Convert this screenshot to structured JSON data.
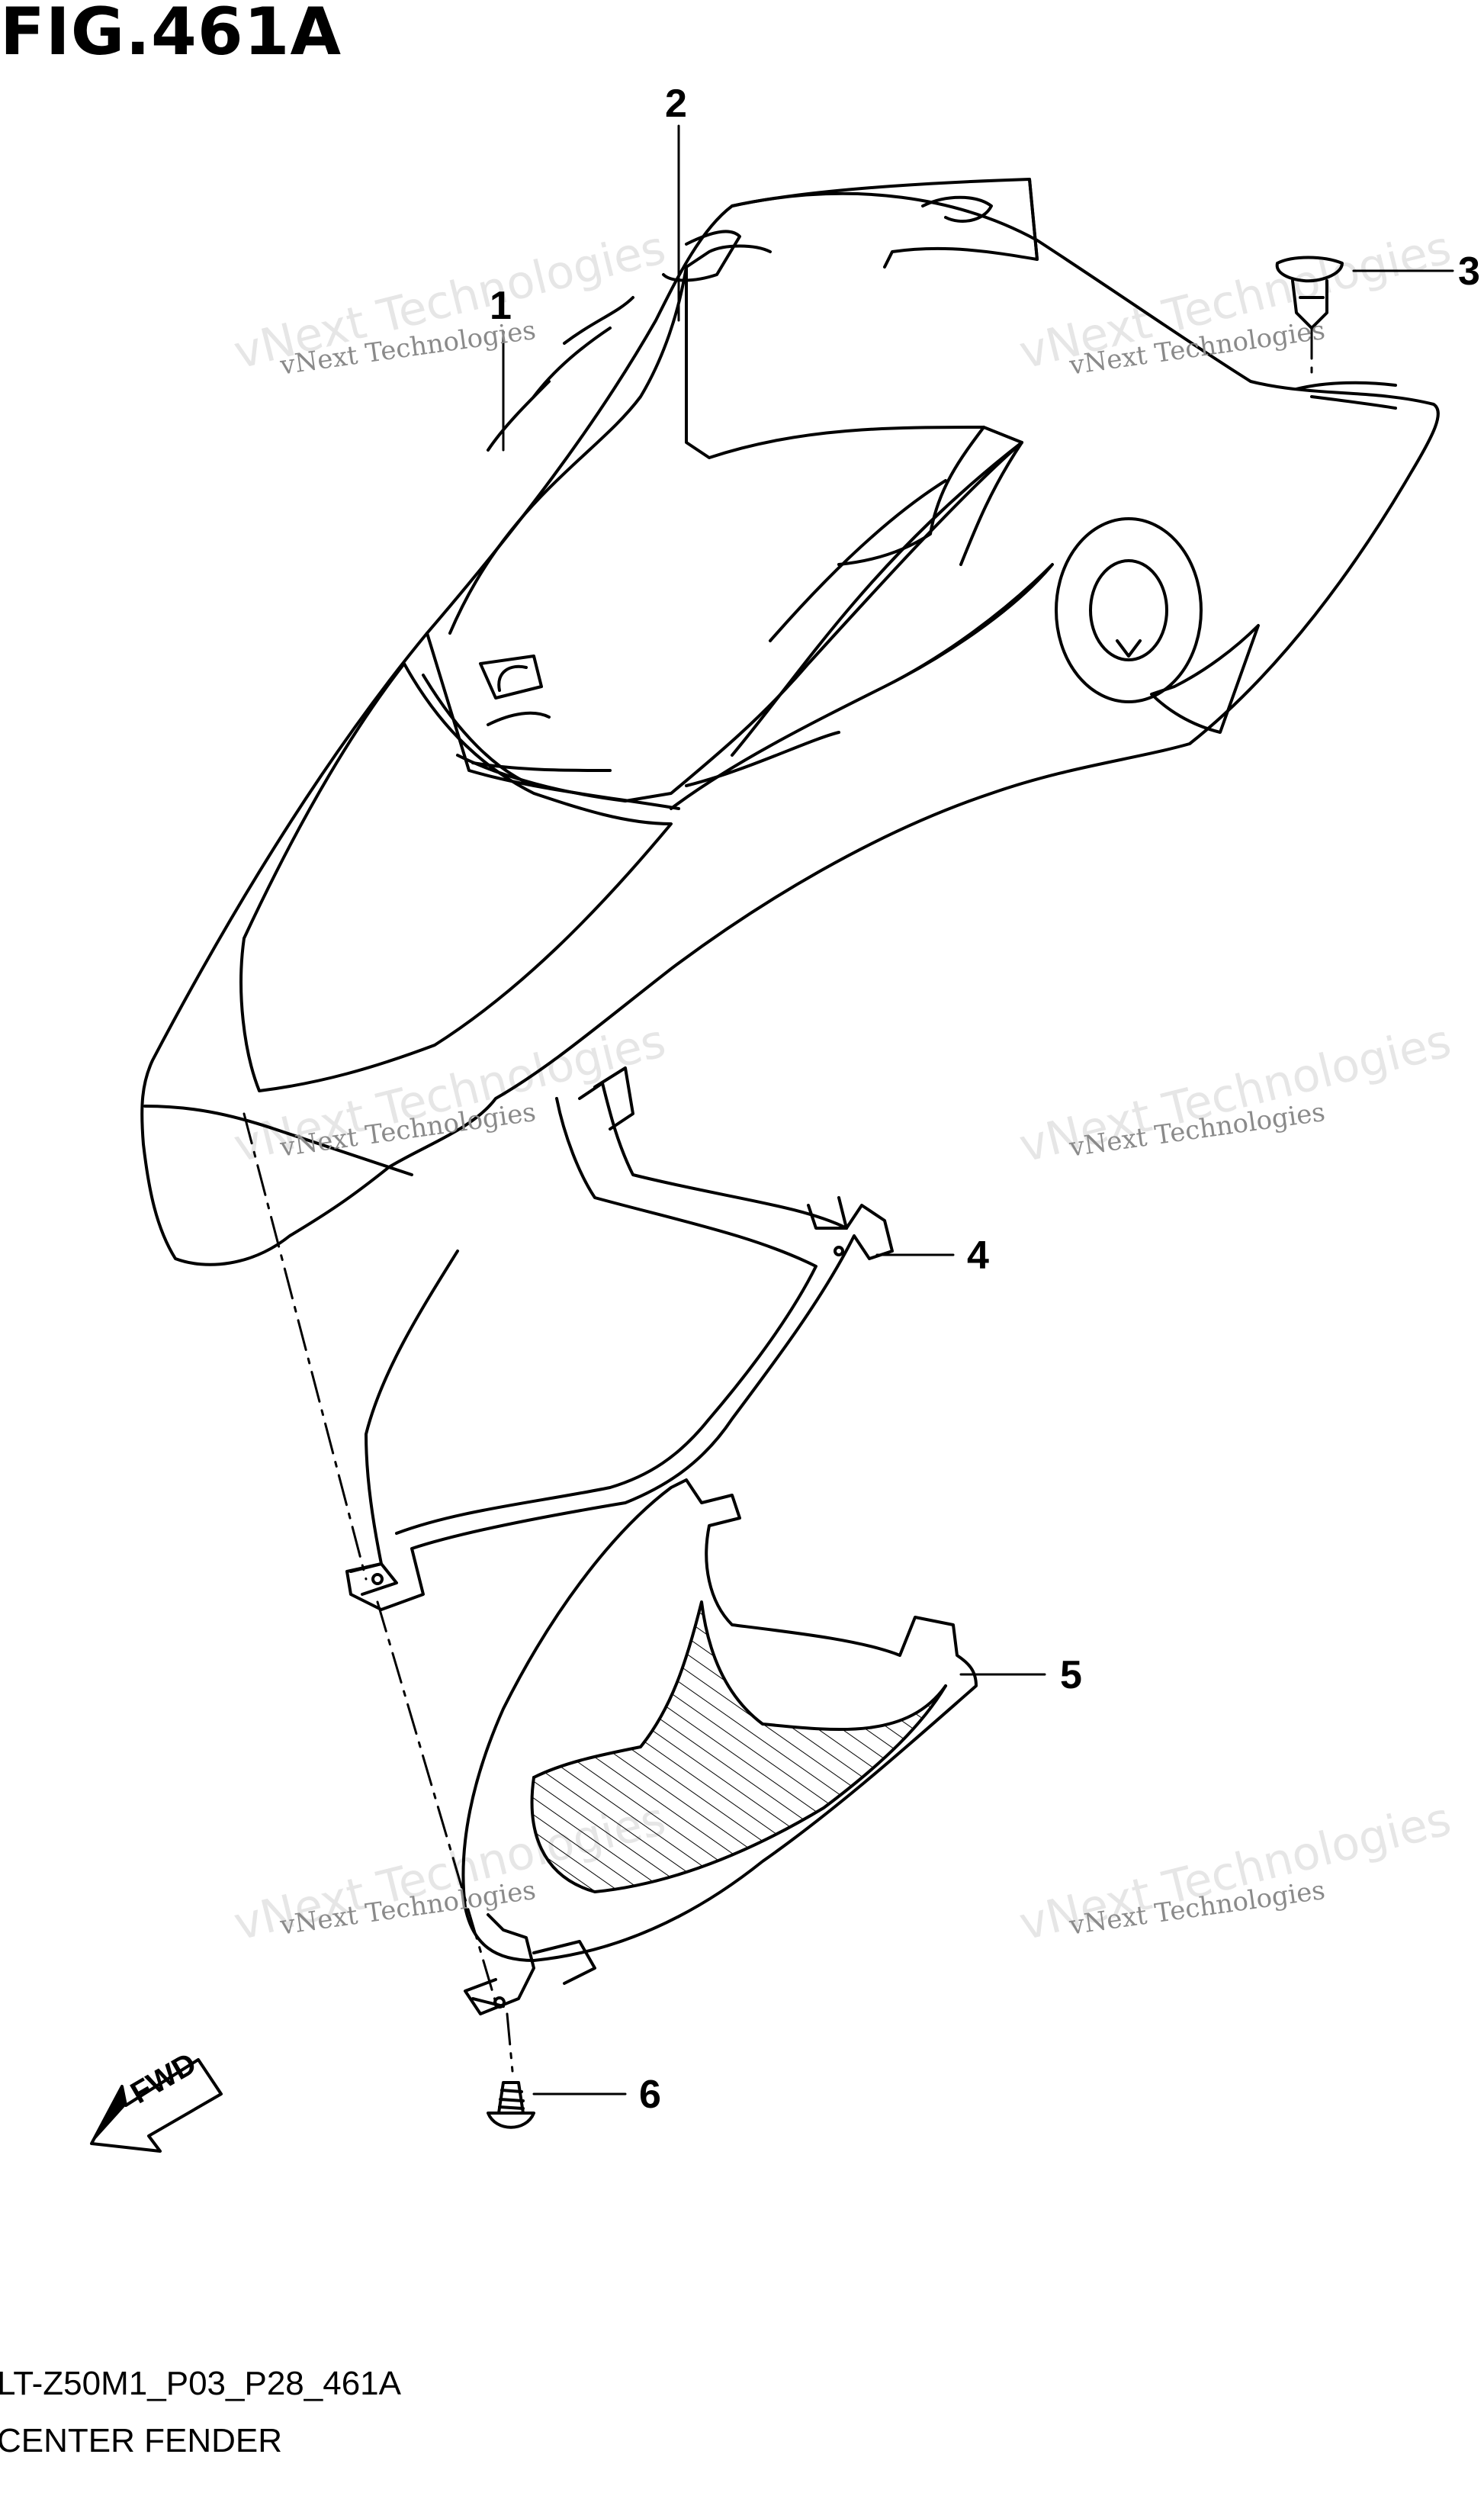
{
  "figure": {
    "title": "FIG.461A",
    "model_code": "LT-Z50M1_P03_P28_461A",
    "section_name": "CENTER FENDER"
  },
  "callouts": [
    "1",
    "2",
    "3",
    "4",
    "5",
    "6"
  ],
  "direction_marker": {
    "label": "FWD"
  },
  "watermark": {
    "line_a": "vNext Technologies",
    "line_b_1": "vNext",
    "line_b_2": "Technologies"
  },
  "colors": {
    "ink": "#000000",
    "watermark": "#8a8a8a",
    "watermark_light": "#e6e6e6"
  }
}
